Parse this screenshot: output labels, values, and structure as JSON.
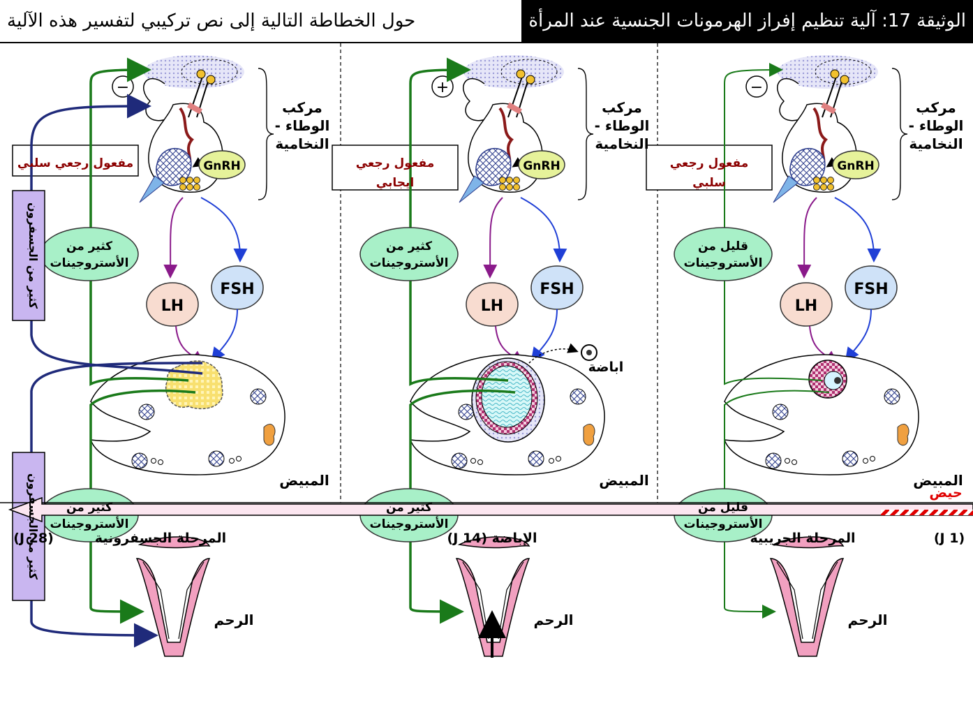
{
  "title": {
    "highlighted": "الوثيقة 17: آلية تنظيم إفراز الهرمونات الجنسية عند المرأة",
    "rest": "حول الخطاطة التالية إلى نص تركيبي لتفسير هذه الآلية"
  },
  "labels": {
    "complex": [
      "مركب",
      "الوطاء -",
      "النخامية"
    ],
    "gnrh": "GnRH",
    "lh": "LH",
    "fsh": "FSH",
    "ovary": "المبيض",
    "uterus": "الرحم",
    "ovulation_event": "اباضة",
    "menstruation": "حيض"
  },
  "panels": [
    {
      "phase": "follicular",
      "feedback": [
        "مفعول رجعي",
        "سلبي"
      ],
      "feedback_sign": "−",
      "estrogen_upper": [
        "قليل من",
        "الأستروجينات"
      ],
      "estrogen_lower": [
        "قليل من",
        "الأستروجينات"
      ]
    },
    {
      "phase": "ovulation",
      "feedback": [
        "مفعول رجعي",
        "ايجابي"
      ],
      "feedback_sign": "+",
      "estrogen_upper": [
        "كثير من",
        "الأستروجينات"
      ],
      "estrogen_lower": [
        "كثير من",
        "الأستروجينات"
      ]
    },
    {
      "phase": "luteal",
      "feedback": [
        "مفعول رجعي سلبي"
      ],
      "feedback_sign": "−",
      "estrogen_upper": [
        "كثير من",
        "الأستروجينات"
      ],
      "estrogen_lower": [
        "كثير من",
        "الأستروجينات"
      ],
      "progesterone": "كثير من الجسفرون"
    }
  ],
  "timeline": {
    "day_start": "(J 1)",
    "follicular_phase": "المرحلة الجريبية",
    "ovulation": "الإباضة (J 14)",
    "luteal_phase": "المرحلة الجسفرونية",
    "day_end": "(J 28)"
  },
  "colors": {
    "green": "#1a7a1a",
    "navy": "#1f2a7a",
    "purple": "#8a1a8a",
    "blue": "#1f3fd6",
    "estrogen_fill": "#a8f0c8",
    "progesterone_fill": "#c9b6f0",
    "lh_fill": "#f8dcd0",
    "fsh_fill": "#cfe2f8",
    "gnrh_fill": "#e6f29a",
    "feedback_text": "#8b0000",
    "menstruation": "#e00000"
  }
}
